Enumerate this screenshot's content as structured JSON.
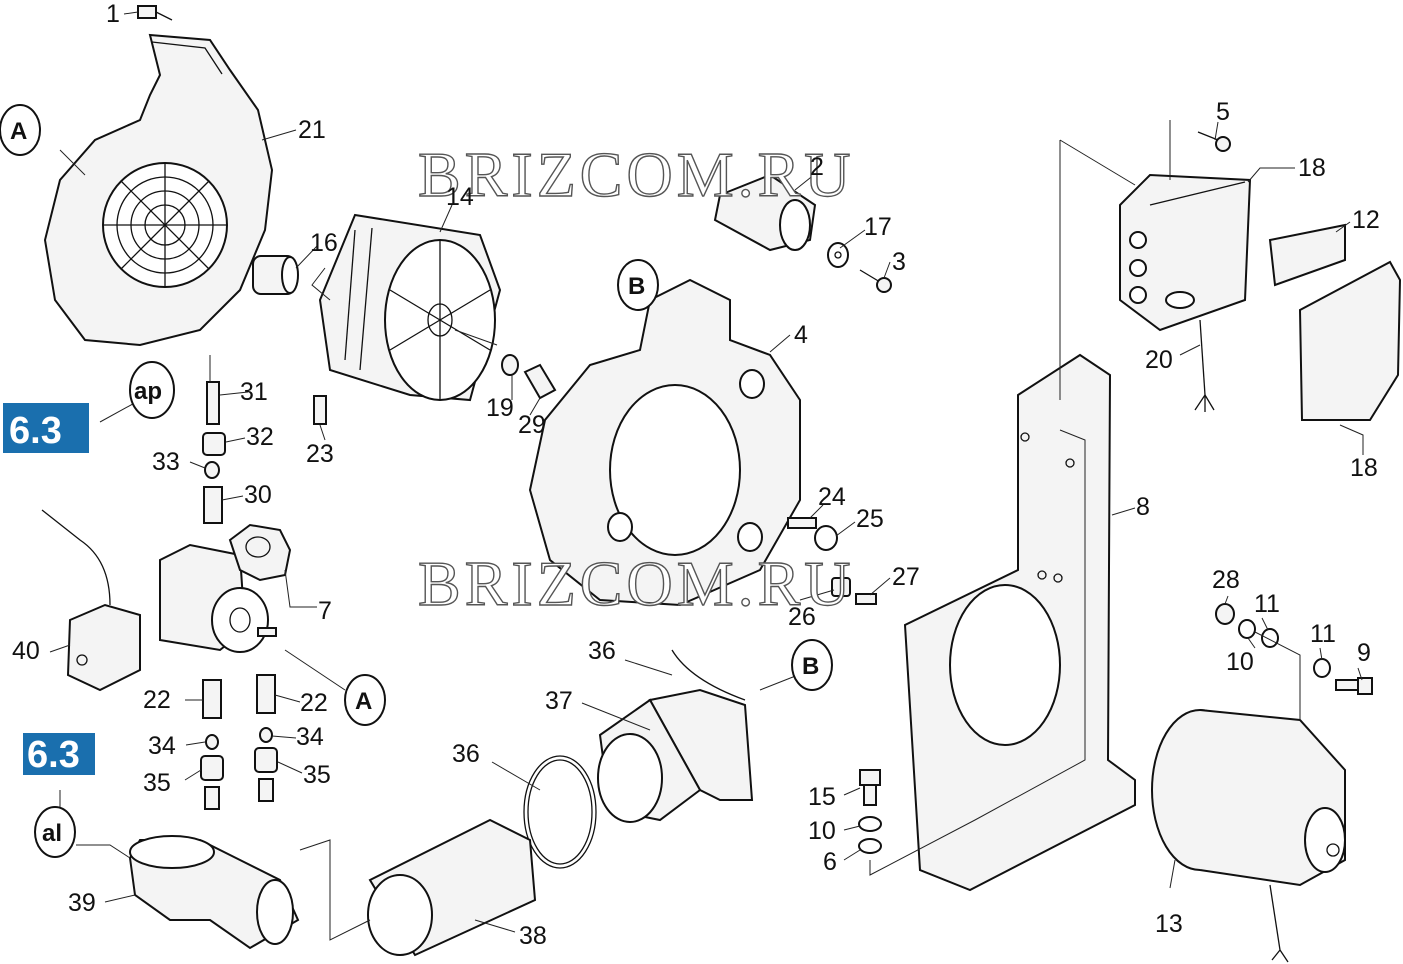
{
  "watermarks": [
    "BRIZCOM.RU",
    "BRIZCOM.RU"
  ],
  "badges": [
    "6.3",
    "6.3"
  ],
  "circle_labels": {
    "A_top": "A",
    "A_mid": "A",
    "B_top": "B",
    "B_mid": "B",
    "ap": "ap",
    "al": "al"
  },
  "part_numbers": {
    "n1": "1",
    "n2": "2",
    "n3": "3",
    "n4": "4",
    "n5": "5",
    "n6": "6",
    "n7": "7",
    "n8": "8",
    "n9": "9",
    "n10a": "10",
    "n10b": "10",
    "n11a": "11",
    "n11b": "11",
    "n12": "12",
    "n13": "13",
    "n14": "14",
    "n15": "15",
    "n16": "16",
    "n17": "17",
    "n18a": "18",
    "n18b": "18",
    "n19": "19",
    "n20": "20",
    "n21": "21",
    "n22a": "22",
    "n22b": "22",
    "n23": "23",
    "n24": "24",
    "n25": "25",
    "n26": "26",
    "n27": "27",
    "n28": "28",
    "n29": "29",
    "n30": "30",
    "n31": "31",
    "n32": "32",
    "n33": "33",
    "n34a": "34",
    "n34b": "34",
    "n35a": "35",
    "n35b": "35",
    "n36a": "36",
    "n36b": "36",
    "n37": "37",
    "n38": "38",
    "n39": "39",
    "n40": "40"
  },
  "colors": {
    "badge": "#1a6fae",
    "line": "#111111"
  }
}
